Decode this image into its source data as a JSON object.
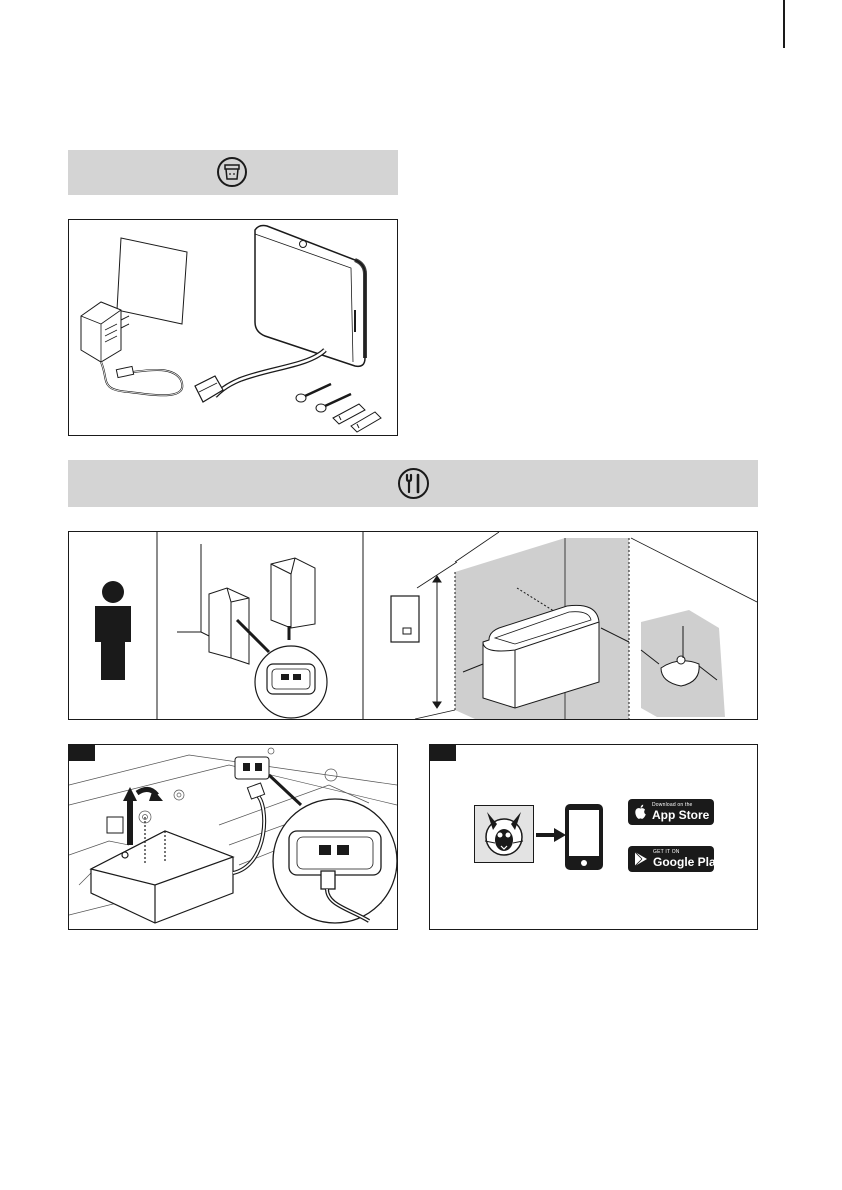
{
  "scope_of_delivery": {
    "icon": "box-contents-icon"
  },
  "installation": {
    "icon": "tools-icon"
  },
  "app_step": {
    "app_store": {
      "small_label": "Download on the",
      "big_label": "App Store",
      "icon": "apple-icon"
    },
    "google_play": {
      "small_label": "GET IT ON",
      "big_label": "Google Play",
      "icon": "play-icon"
    }
  },
  "colors": {
    "bar_grey": "#d4d4d4",
    "zone_grey": "#cfcfcf",
    "ink": "#1a1a1a"
  }
}
